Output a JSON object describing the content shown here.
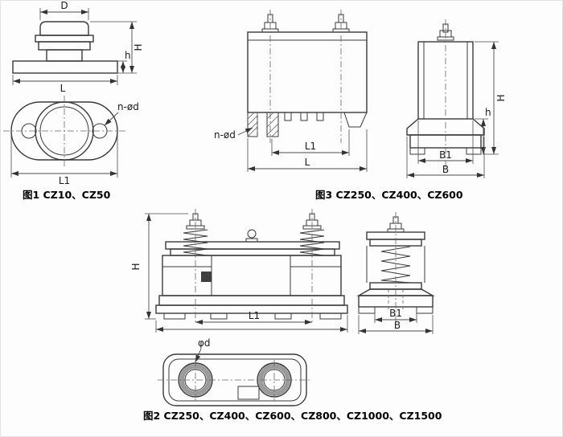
{
  "sheet": {
    "background": "#ffffff",
    "line_color": "#3a3a3a"
  },
  "fig1": {
    "caption": "图1 CZ10、CZ50",
    "dim_D": "D",
    "dim_H": "H",
    "dim_h": "h",
    "dim_L": "L",
    "dim_L1": "L1",
    "dim_holes": "n-ød"
  },
  "fig3": {
    "caption": "图3 CZ250、CZ400、CZ600",
    "dim_holes": "n-ød",
    "dim_L1": "L1",
    "dim_L": "L",
    "dim_H": "H",
    "dim_h": "h",
    "dim_B1": "B1",
    "dim_B": "B"
  },
  "fig2": {
    "caption": "图2 CZ250、CZ400、CZ600、CZ800、CZ1000、CZ1500",
    "dim_H": "H",
    "dim_L1": "L1",
    "dim_B1": "B1",
    "dim_B": "B",
    "dim_hole": "φd"
  }
}
